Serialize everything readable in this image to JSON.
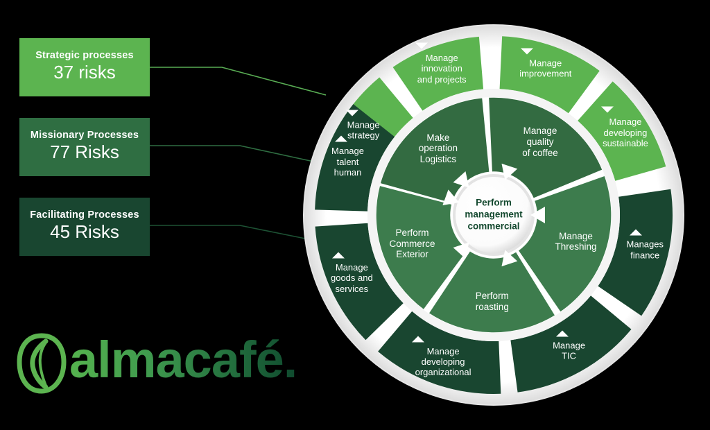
{
  "palette": {
    "light_green": "#5cb450",
    "mid_green": "#2f6e42",
    "dark_green": "#194630",
    "inner_dark": "#336b41",
    "inner_mid": "#3d7c4d",
    "ring_white": "#f2f2f2",
    "hub_fill": "#ffffff",
    "hub_text": "#14492f",
    "background": "#000000"
  },
  "legend": {
    "items": [
      {
        "title": "Strategic processes",
        "value": "37 risks",
        "color": "#5cb450"
      },
      {
        "title": "Missionary Processes",
        "value": "77 Risks",
        "color": "#2f6e42"
      },
      {
        "title": "Facilitating Processes",
        "value": "45 Risks",
        "color": "#194630"
      }
    ]
  },
  "wheel": {
    "hub": {
      "label": "Perform\nmanagement\ncommercial"
    },
    "outer_ring": {
      "segments": [
        {
          "label": "Manage\nstrategy",
          "category": "strategic",
          "marker": "triangle-down"
        },
        {
          "label": "Manage\ninnovation\nand projects",
          "category": "strategic",
          "marker": "triangle-down"
        },
        {
          "label": "Manage\nimprovement",
          "category": "strategic",
          "marker": "triangle-down"
        },
        {
          "label": "Manage\ndeveloping\nsustainable",
          "category": "strategic",
          "marker": "triangle-down"
        },
        {
          "label": "Manages\nfinance",
          "category": "facilitating",
          "marker": "triangle-up"
        },
        {
          "label": "Manage\nTIC",
          "category": "facilitating",
          "marker": "triangle-up"
        },
        {
          "label": "Manage\ndeveloping\norganizational",
          "category": "facilitating",
          "marker": "triangle-up"
        },
        {
          "label": "Manage\ngoods and\nservices",
          "category": "facilitating",
          "marker": "triangle-up"
        },
        {
          "label": "Manage\ntalent\nhuman",
          "category": "facilitating",
          "marker": "triangle-up"
        }
      ]
    },
    "inner_ring": {
      "segments": [
        {
          "label": "Make\noperation\nLogistics"
        },
        {
          "label": "Manage\nquality\nof coffee"
        },
        {
          "label": "Manage\nThreshing"
        },
        {
          "label": "Perform\nroasting"
        },
        {
          "label": "Perform\nCommerce\nExterior"
        }
      ]
    }
  },
  "logo": {
    "text": "almacafé.",
    "icon": "coffee-leaf-icon"
  }
}
